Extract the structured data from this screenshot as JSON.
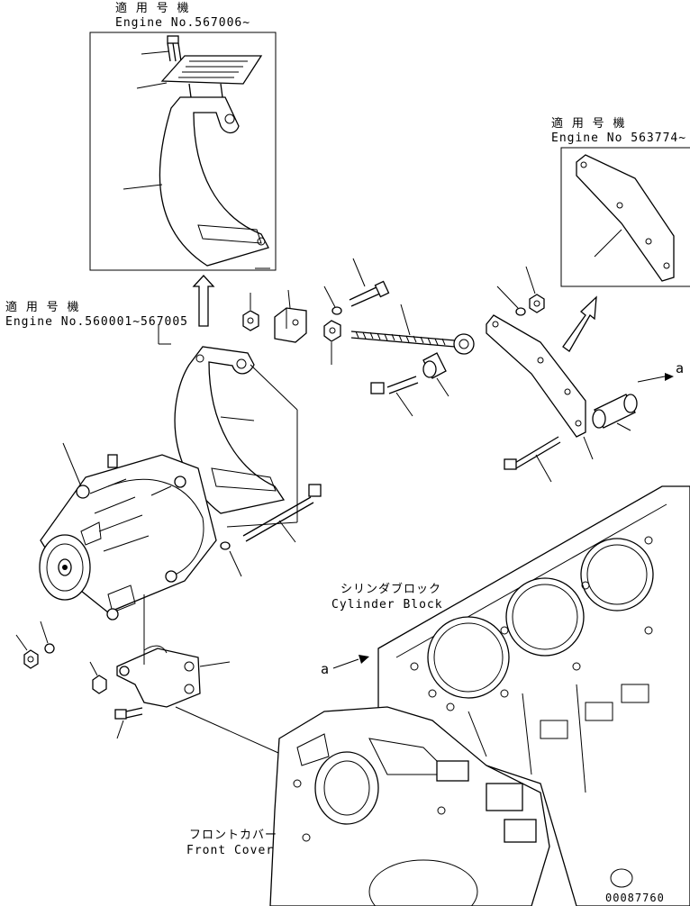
{
  "labels": {
    "top_jp": "適 用 号 機",
    "top_en": "Engine No.567006~",
    "right_jp": "適 用 号 機",
    "right_en": "Engine No 563774~",
    "left_jp": "適 用 号 機",
    "left_en": "Engine No.560001~567005",
    "cyl_jp": "シリンダブロック",
    "cyl_en": "Cylinder Block",
    "front_jp": "フロントカバー",
    "front_en": "Front Cover",
    "ref_a1": "a",
    "ref_a2": "a",
    "drawing_no": "00087760"
  }
}
